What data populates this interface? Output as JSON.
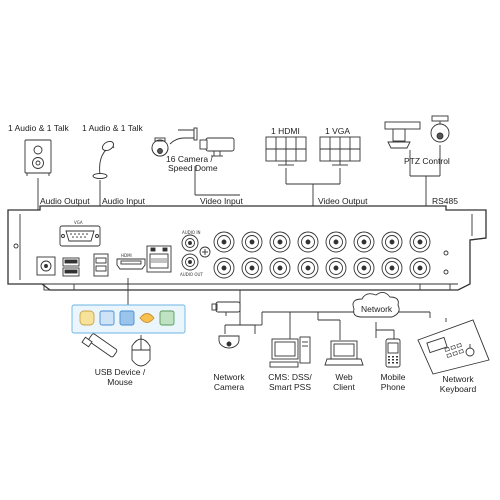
{
  "top_labels": {
    "audio_talk_left": "1 Audio & 1 Talk",
    "audio_talk_right": "1 Audio & 1 Talk",
    "camera_line1": "16 Camera /",
    "camera_line2": "Speed Dome",
    "hdmi": "1 HDMI",
    "vga": "1 VGA",
    "ptz_control": "PTZ Control"
  },
  "connection_labels": {
    "audio_output": "Audio  Output",
    "audio_input": "Audio  Input",
    "video_input": "Video Input",
    "video_output": "Video Output",
    "rs485": "RS485"
  },
  "panel_labels": {
    "vga": "VGA",
    "hdmi": "HDMI",
    "audio_in": "AUDIO IN",
    "audio_out": "AUDIO OUT"
  },
  "bottom_labels": {
    "usb_line1": "USB Device /",
    "usb_line2": "Mouse",
    "network": "Network",
    "network_camera_line1": "Network",
    "network_camera_line2": "Camera",
    "cms_line1": "CMS: DSS/",
    "cms_line2": "Smart PSS",
    "web_line1": "Web",
    "web_line2": "Client",
    "mobile_line1": "Mobile",
    "mobile_line2": "Phone",
    "keyboard_line1": "Network",
    "keyboard_line2": "Keyboard"
  },
  "colors": {
    "line": "#333333",
    "usb_box_border": "#6cb4e4",
    "usb_box_fill": "#eaf5fc",
    "icon_accent": "#4a8fd0"
  }
}
